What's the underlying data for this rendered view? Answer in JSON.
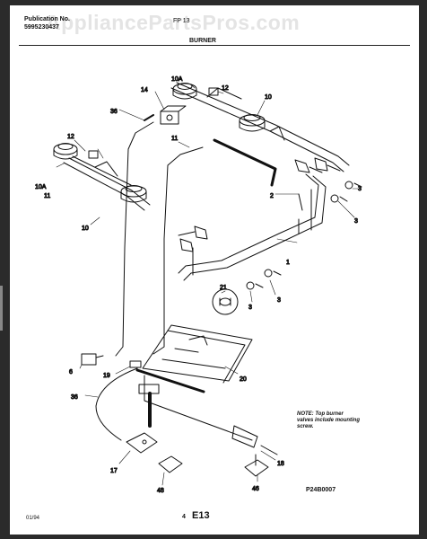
{
  "header": {
    "publication_label": "Publication No.",
    "publication_number": "5995230437",
    "code": "FP 13",
    "section_title": "BURNER",
    "watermark": "AppliancePartsPros.com"
  },
  "callouts": {
    "c3a": "3",
    "c3b": "3",
    "c3c": "3",
    "c3d": "3",
    "c1": "1",
    "c2": "2",
    "c6": "6",
    "c10a": "10",
    "c10b": "10",
    "c10A_a": "10A",
    "c10A_b": "10A",
    "c11a": "11",
    "c11b": "11",
    "c12a": "12",
    "c12b": "12",
    "c14": "14",
    "c17": "17",
    "c18": "18",
    "c19": "19",
    "c20": "20",
    "c21": "21",
    "c36a": "36",
    "c36b": "36",
    "c46": "46",
    "c48": "48"
  },
  "note": "NOTE: Top burner valves include mounting screw.",
  "footer": {
    "reference": "P24B0007",
    "date": "01/94",
    "page": "4",
    "page_code": "E13"
  }
}
